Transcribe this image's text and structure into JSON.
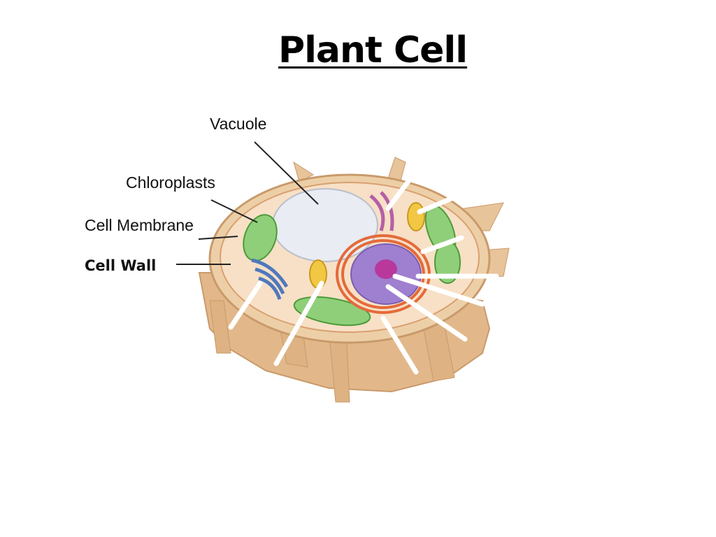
{
  "title": "Plant Cell",
  "labels": {
    "vacuole": "Vacuole",
    "chloroplasts": "Chloroplasts",
    "cell_membrane": "Cell Membrane",
    "cell_wall": "Cell Wall"
  },
  "colors": {
    "cell_wall": "#e8c49a",
    "cytoplasm": "#f6dcc0",
    "vacuole": "#e9ecf2",
    "chloroplast": "#8fcf7a",
    "nucleus": "#9f7fd0",
    "nucleolus": "#b8399b",
    "golgi": "#5b86c9",
    "er": "#e46a3a",
    "mitochondria": "#f2c744"
  }
}
